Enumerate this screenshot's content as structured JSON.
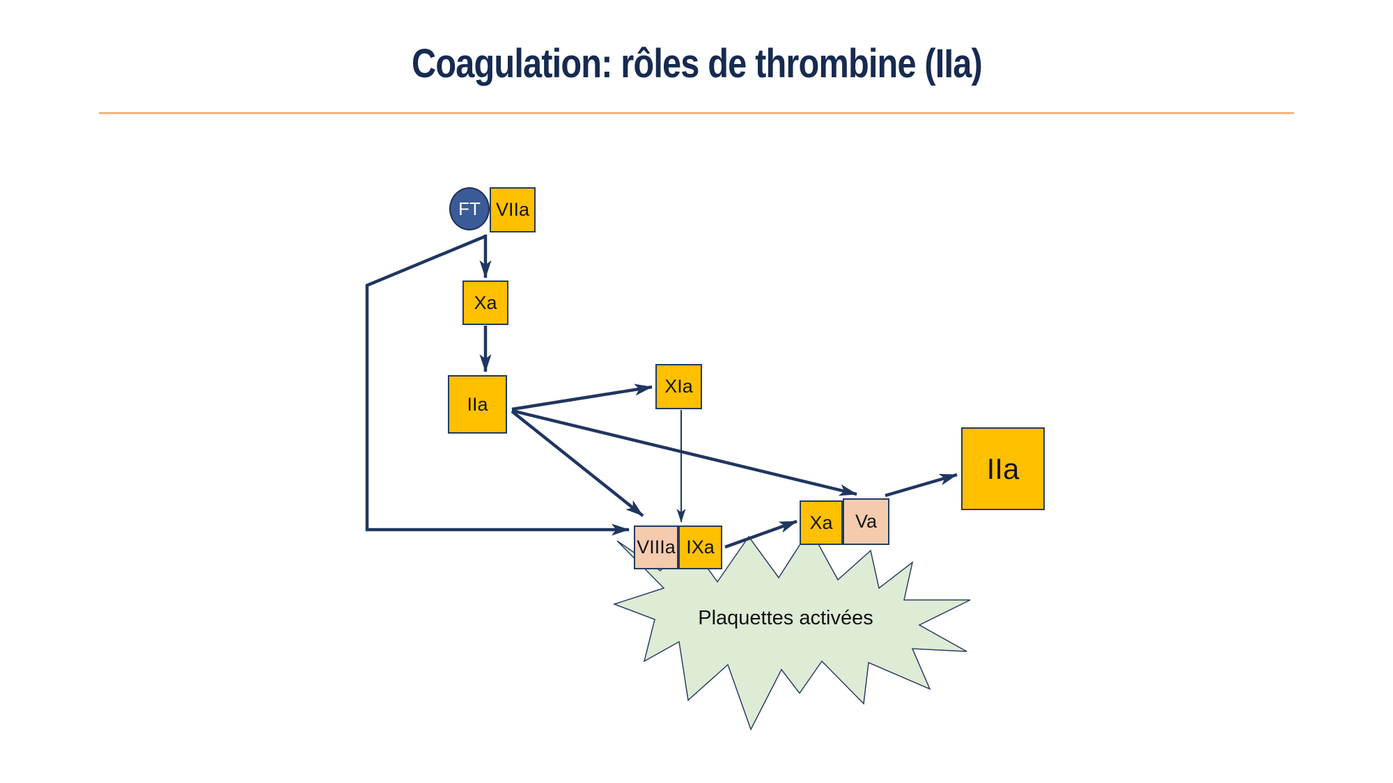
{
  "slide": {
    "title": "Coagulation: rôles de thrombine (IIa)"
  },
  "colors": {
    "title_navy": "#172A50",
    "shape_border_navy": "#243A62",
    "arrow_navy": "#1F3660",
    "node_orange": "#FFC000",
    "node_peach": "#F5CBAE",
    "ft_blue": "#3B5A97",
    "starburst_green": "#DEEBD5",
    "divider_orange": "#EFB77E"
  },
  "diagram": {
    "nodes": {
      "ft": "FT",
      "viia": "VIIa",
      "xa1": "Xa",
      "iia1": "IIa",
      "xia": "XIa",
      "viiia": "VIIIa",
      "ixa": "IXa",
      "xa2": "Xa",
      "va": "Va",
      "iia2": "IIa"
    },
    "starburst_label": "Plaquettes activées"
  }
}
